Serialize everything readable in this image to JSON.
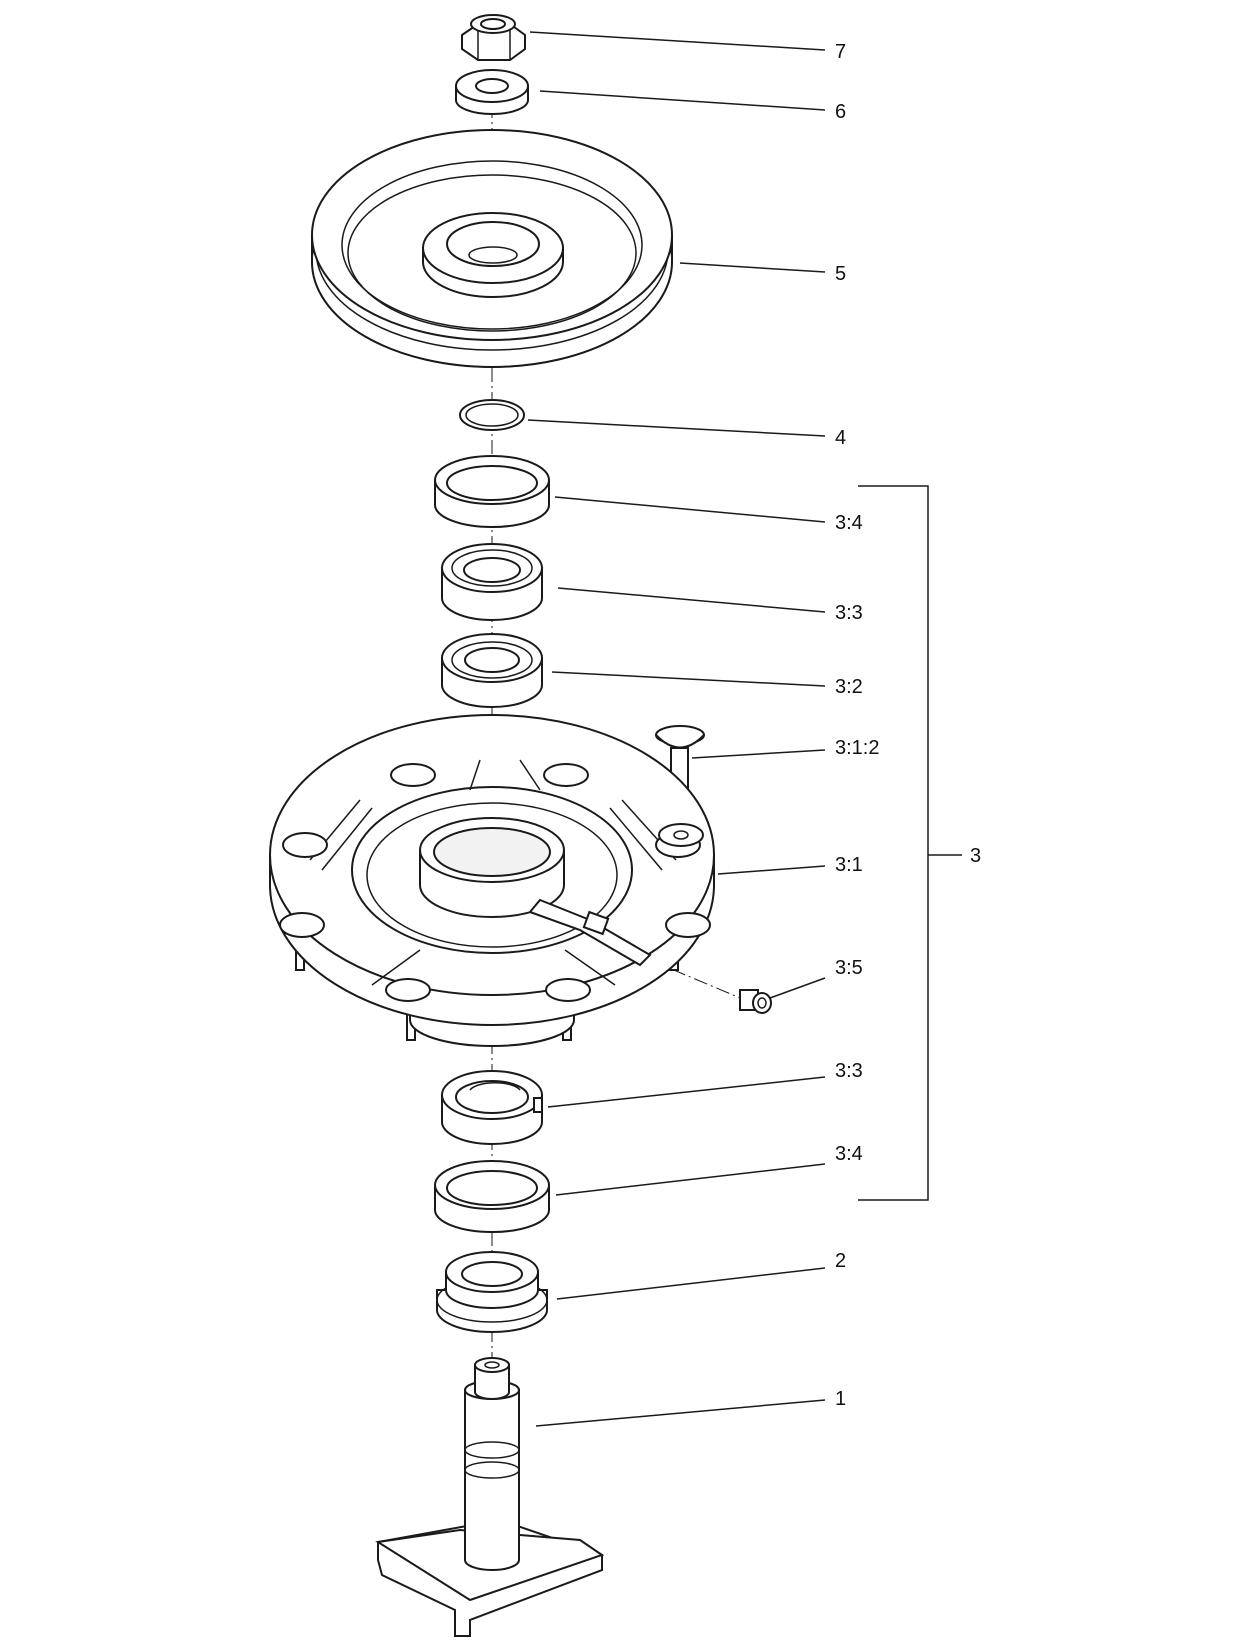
{
  "callouts": {
    "c7": "7",
    "c6": "6",
    "c5": "5",
    "c4": "4",
    "c3_4_top": "3:4",
    "c3_3_top": "3:3",
    "c3_2": "3:2",
    "c3_1_2": "3:1:2",
    "c3_1": "3:1",
    "c3": "3",
    "c3_5": "3:5",
    "c3_3_bottom": "3:3",
    "c3_4_bottom": "3:4",
    "c2": "2",
    "c1": "1"
  }
}
